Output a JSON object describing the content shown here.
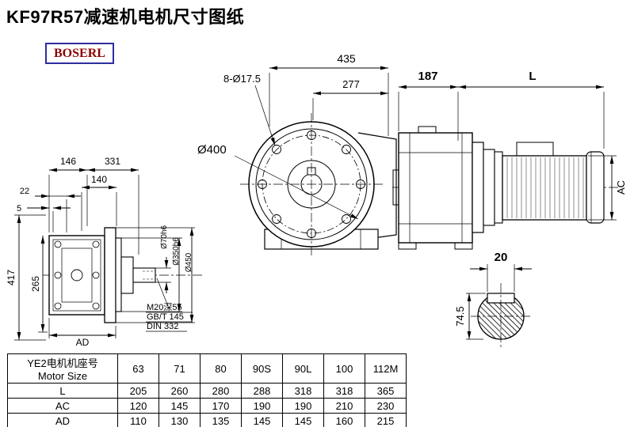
{
  "page": {
    "title": "KF97R57减速机电机尺寸图纸",
    "logo": "BOSERL"
  },
  "colors": {
    "line": "#000000",
    "title_text": "#000000",
    "logo_text": "#8b0000",
    "logo_border": "#2d2da0"
  },
  "front_view": {
    "dim_435": "435",
    "dim_277": "277",
    "bolt_note": "8-Ø17.5",
    "dia_label": "Ø400"
  },
  "side_view": {
    "dim_187": "187",
    "dim_L": "L",
    "dim_AC": "AC"
  },
  "shaft_view": {
    "dim_20": "20",
    "dim_745": "74.5"
  },
  "left_view": {
    "dim_146": "146",
    "dim_331": "331",
    "dim_140": "140",
    "dim_22": "22",
    "dim_5": "5",
    "dim_417": "417",
    "dim_265": "265",
    "dim_AD": "AD",
    "dia_70": "Ø70h6",
    "dia_350": "Ø350h6",
    "dia_450": "Ø450",
    "note_m20": "M20深55",
    "note_gbt": "GB/T 145",
    "note_din": "DIN 332"
  },
  "table": {
    "header_line1": "YE2电机机座号",
    "header_line2": "Motor Size",
    "sizes": [
      "63",
      "71",
      "80",
      "90S",
      "90L",
      "100",
      "112M"
    ],
    "rows": [
      {
        "label": "L",
        "values": [
          "205",
          "260",
          "280",
          "288",
          "318",
          "318",
          "365"
        ]
      },
      {
        "label": "AC",
        "values": [
          "120",
          "145",
          "170",
          "190",
          "190",
          "210",
          "230"
        ]
      },
      {
        "label": "AD",
        "values": [
          "110",
          "130",
          "135",
          "145",
          "145",
          "160",
          "215"
        ]
      }
    ]
  }
}
